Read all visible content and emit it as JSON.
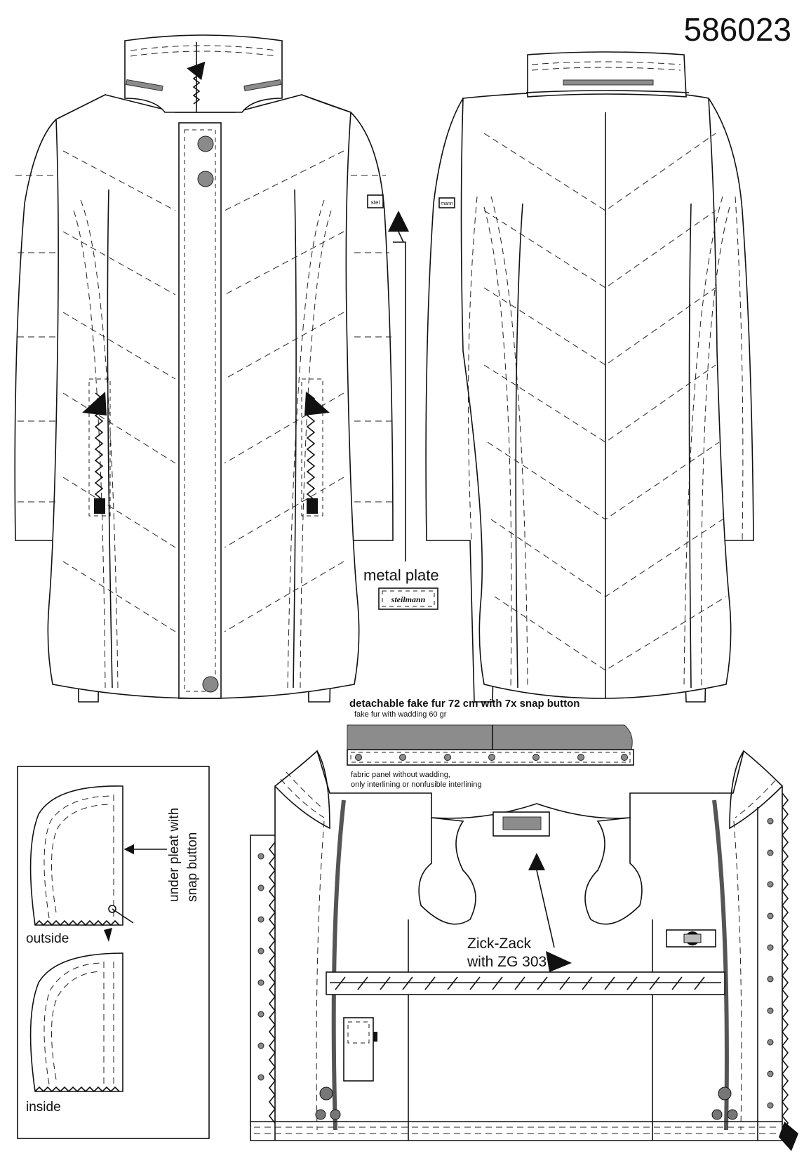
{
  "article_number": "586023",
  "labels": {
    "metal_plate": "metal plate",
    "plate_brand": "steilmann",
    "sleeve_badge": "stei",
    "back_sleeve_badge": "mann",
    "fur_title": "detachable fake fur 72 cm with 7x snap button",
    "fur_subtitle": "fake fur with wadding 60 gr",
    "panel_line1": "fabric panel without wadding,",
    "panel_line2": "only interlining or nonfusible interlining",
    "under_pleat_line1": "under pleat with",
    "under_pleat_line2": "snap button",
    "outside": "outside",
    "inside": "inside",
    "zigzag_line1": "Zick-Zack",
    "zigzag_line2": "with ZG 303"
  },
  "colors": {
    "line": "#111111",
    "fill_grey": "#8c8c8c",
    "background": "#ffffff"
  }
}
